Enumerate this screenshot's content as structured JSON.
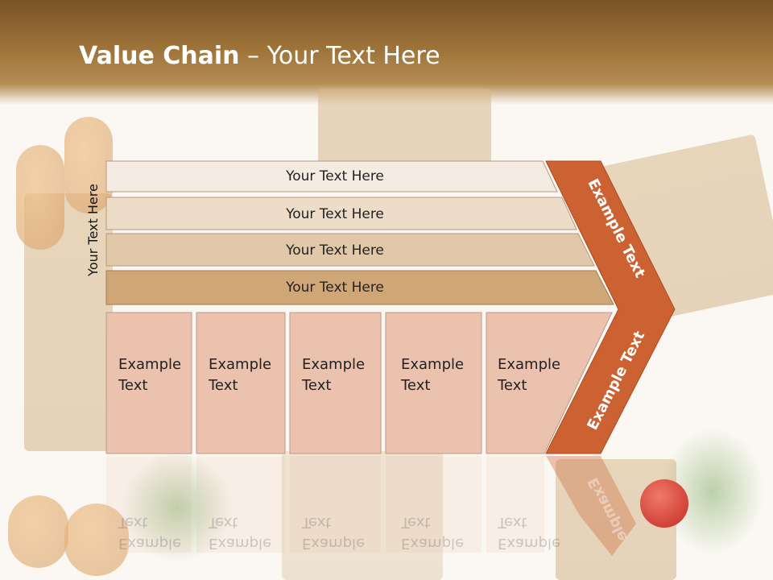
{
  "title": {
    "bold": "Value Chain",
    "rest": " – Your Text Here"
  },
  "side_label": "Your Text Here",
  "bars": [
    {
      "label": "Your Text Here"
    },
    {
      "label": "Your Text Here"
    },
    {
      "label": "Your Text Here"
    },
    {
      "label": "Your Text Here"
    }
  ],
  "columns": [
    {
      "line1": "Example",
      "line2": "Text"
    },
    {
      "line1": "Example",
      "line2": "Text"
    },
    {
      "line1": "Example",
      "line2": "Text"
    },
    {
      "line1": "Example",
      "line2": "Text"
    },
    {
      "line1": "Example",
      "line2": "Text"
    }
  ],
  "arrow": {
    "top_label": "Example Text",
    "bottom_label": "Example Text",
    "reflection_label": "Example"
  },
  "colors": {
    "header": "#9c7238",
    "bar1": "#f4ebe3",
    "bar2": "#ecdcc8",
    "bar3": "#e1c8a8",
    "bar4": "#cfa676",
    "column": "#ebc2ae",
    "arrow": "#cc6232"
  }
}
